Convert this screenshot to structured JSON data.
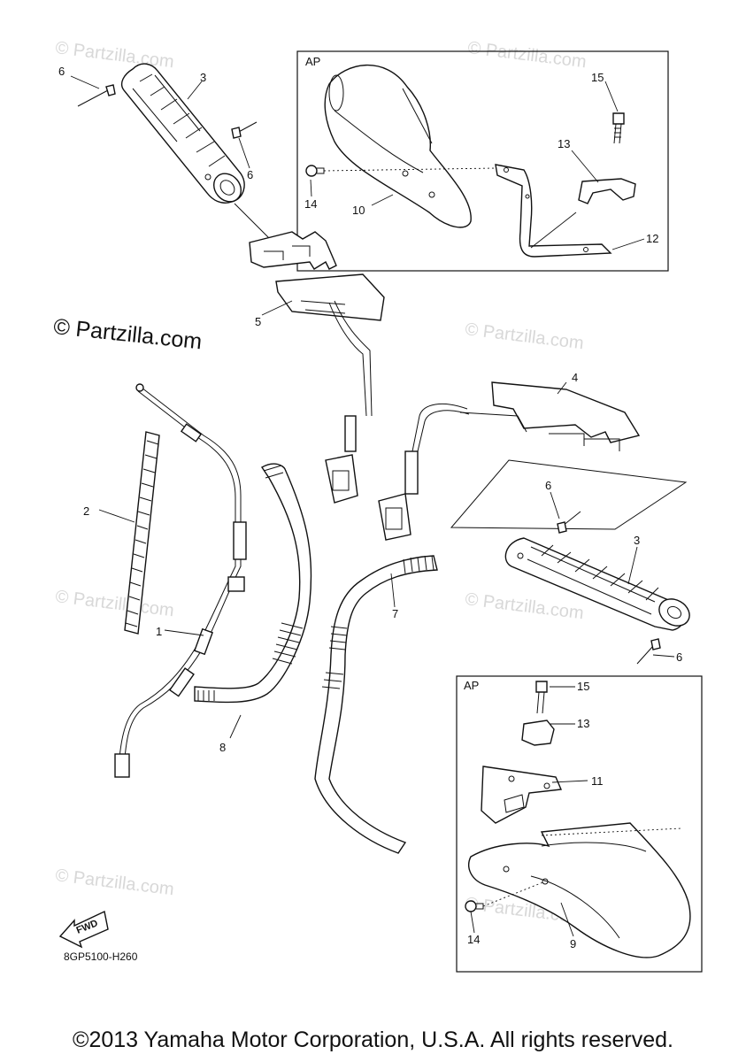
{
  "watermark": "© Partzilla.com",
  "brand_mark": "© Partzilla.com",
  "diagram_code": "8GP5100-H260",
  "fwd_label": "FWD",
  "copyright": "©2013 Yamaha Motor Corporation, U.S.A. All rights reserved.",
  "inset_labels": {
    "top": "AP",
    "bottom": "AP"
  },
  "callouts": {
    "c1": "1",
    "c2": "2",
    "c3a": "3",
    "c3b": "3",
    "c4": "4",
    "c5": "5",
    "c6a": "6",
    "c6b": "6",
    "c6c": "6",
    "c6d": "6",
    "c7": "7",
    "c8": "8",
    "c9": "9",
    "c10": "10",
    "c11": "11",
    "c12": "12",
    "c13a": "13",
    "c13b": "13",
    "c14a": "14",
    "c14b": "14",
    "c15a": "15",
    "c15b": "15"
  }
}
